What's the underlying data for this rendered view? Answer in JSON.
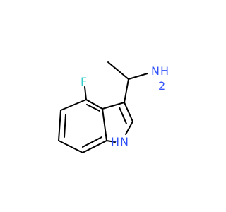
{
  "molecule": {
    "atoms": {
      "fluorine": {
        "symbol": "F",
        "color": "#33cccc"
      },
      "amine": {
        "symbol": "NH2",
        "N": "N",
        "H": "H",
        "subscript": "2",
        "color": "#3050f8"
      },
      "indole_nh": {
        "symbol": "NH",
        "N": "N",
        "H": "H",
        "color": "#3050f8"
      }
    },
    "bond_color": "#000000"
  }
}
